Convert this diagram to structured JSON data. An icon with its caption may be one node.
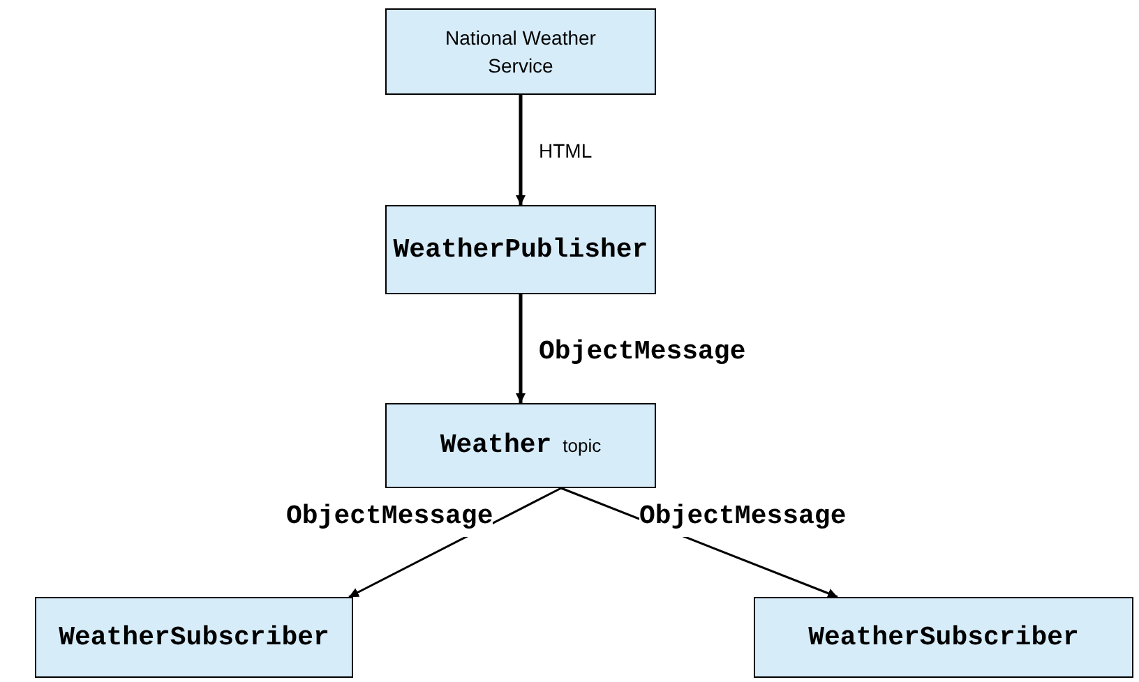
{
  "diagram": {
    "nodes": [
      {
        "text": [
          "National Weather Service"
        ]
      },
      {
        "text": [
          "WeatherPublisher"
        ]
      },
      {
        "text": [
          "Weather",
          "topic"
        ]
      },
      {
        "text": [
          "WeatherSubscriber"
        ]
      },
      {
        "text": [
          "WeatherSubscriber"
        ]
      }
    ],
    "edges": [
      {
        "from": 0,
        "to": 1,
        "arrow": "to",
        "label": "HTML"
      },
      {
        "from": 1,
        "to": 2,
        "arrow": "to",
        "label": "ObjectMessage"
      },
      {
        "from": 2,
        "to": 3,
        "arrow": "to",
        "label": "ObjectMessage"
      },
      {
        "from": 2,
        "to": 4,
        "arrow": "to",
        "label": "ObjectMessage"
      }
    ]
  }
}
